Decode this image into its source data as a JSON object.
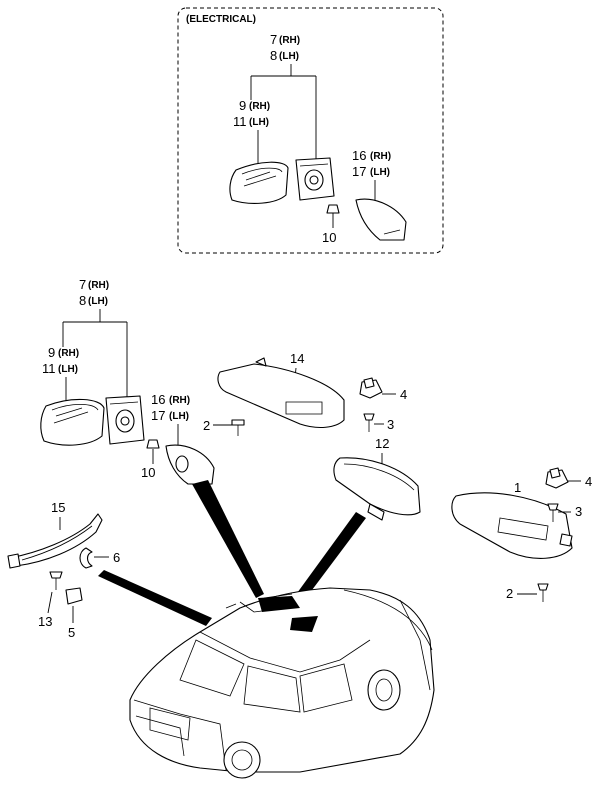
{
  "electrical_section": {
    "header": "(ELECTRICAL)",
    "labels": {
      "rh_outer": "7",
      "rh_outer_sfx": "(RH)",
      "lh_outer": "8",
      "lh_outer_sfx": "(LH)",
      "rh_glass": "9",
      "rh_glass_sfx": "(RH)",
      "lh_glass": "11",
      "lh_glass_sfx": "(LH)",
      "rh_cover": "16",
      "rh_cover_sfx": "(RH)",
      "lh_cover": "17",
      "lh_cover_sfx": "(LH)",
      "screw": "10"
    }
  },
  "main_section": {
    "mirror_labels": {
      "rh_outer": "7",
      "rh_outer_sfx": "(RH)",
      "lh_outer": "8",
      "lh_outer_sfx": "(LH)",
      "rh_glass": "9",
      "rh_glass_sfx": "(RH)",
      "lh_glass": "11",
      "lh_glass_sfx": "(LH)",
      "rh_cover": "16",
      "rh_cover_sfx": "(RH)",
      "lh_cover": "17",
      "lh_cover_sfx": "(LH)",
      "screw": "10"
    },
    "part_labels": {
      "sunvisor_lh": "14",
      "screw_left": "2",
      "holder_mid": "4",
      "screw_mid": "3",
      "inside_mirror": "12",
      "sunvisor_rh": "1",
      "holder_right": "4",
      "screw_right_top": "3",
      "screw_right_bottom": "2",
      "assist_handle": "15",
      "clip": "6",
      "screw_handle": "13",
      "cap": "5"
    }
  }
}
